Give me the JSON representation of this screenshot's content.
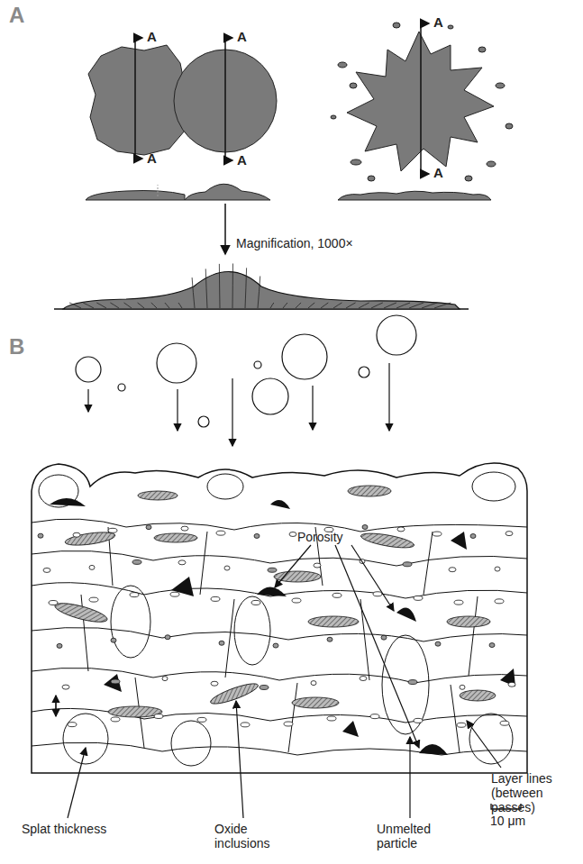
{
  "diagram": {
    "labels": [
      "A",
      "A",
      "A",
      "A",
      "A",
      "A",
      "A",
      "Magnification, 1000×",
      "B",
      "Porosity",
      "Layer lines (between passes)",
      "Splat thickness",
      "Oxide inclusions",
      "Unmelted particle",
      "10 μm"
    ]
  }
}
